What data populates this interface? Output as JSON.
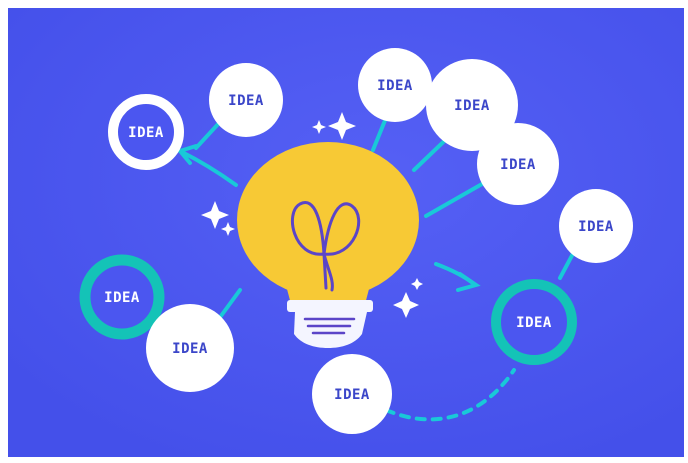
{
  "illustration": {
    "colors": {
      "background": "#4b56f0",
      "bulb": "#f7c935",
      "filament": "#5b45c8",
      "base": "#f4f5ff",
      "cyan": "#19c9d8",
      "teal_ring": "#14c3b7",
      "white": "#ffffff",
      "label": "#3b46c9"
    },
    "bubbles": [
      {
        "label": "IDEA",
        "style": "filled"
      },
      {
        "label": "IDEA",
        "style": "filled"
      },
      {
        "label": "IDEA",
        "style": "filled"
      },
      {
        "label": "IDEA",
        "style": "filled"
      },
      {
        "label": "IDEA",
        "style": "filled"
      },
      {
        "label": "IDEA",
        "style": "white-ring"
      },
      {
        "label": "IDEA",
        "style": "teal-ring"
      },
      {
        "label": "IDEA",
        "style": "filled"
      },
      {
        "label": "IDEA",
        "style": "teal-ring"
      },
      {
        "label": "IDEA",
        "style": "filled"
      }
    ],
    "icons": [
      "lightbulb-icon",
      "sparkle-icon",
      "arrow-icon"
    ]
  }
}
